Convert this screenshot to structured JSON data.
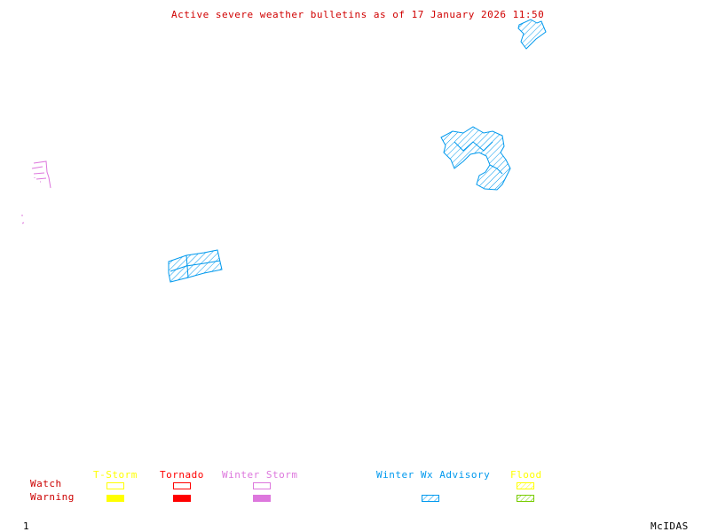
{
  "title": "Active severe weather bulletins as of 17 January 2026 11:50",
  "colors": {
    "title": "#d00000",
    "tstorm": "#ffff00",
    "tornado": "#ff0000",
    "winter_storm": "#dd77dd",
    "winter_wx_advisory": "#0099ee",
    "flood_watch": "#ffff00",
    "flood_warning": "#77cc00",
    "row_label": "#cc0000"
  },
  "legend": {
    "row_labels": {
      "watch": "Watch",
      "warning": "Warning"
    },
    "categories": [
      {
        "key": "tstorm",
        "label": "T-Storm",
        "watch": "outline",
        "warning": "filled"
      },
      {
        "key": "tornado",
        "label": "Tornado",
        "watch": "outline",
        "warning": "filled"
      },
      {
        "key": "winter_storm",
        "label": "Winter Storm",
        "watch": "outline",
        "warning": "filled"
      },
      {
        "key": "winter_wx_advisory",
        "label": "Winter Wx Advisory",
        "watch": "none",
        "warning": "hatched"
      },
      {
        "key": "flood",
        "label": "Flood",
        "watch": "hatched",
        "warning": "hatched"
      }
    ]
  },
  "areas": [
    {
      "type": "Winter Wx Advisory",
      "region": "top-right edge"
    },
    {
      "type": "Winter Wx Advisory",
      "region": "upper-right cluster"
    },
    {
      "type": "Winter Wx Advisory",
      "region": "center-left"
    },
    {
      "type": "Winter Storm",
      "region": "left edge"
    }
  ],
  "footer": {
    "frame_number": "1",
    "software": "McIDAS"
  }
}
